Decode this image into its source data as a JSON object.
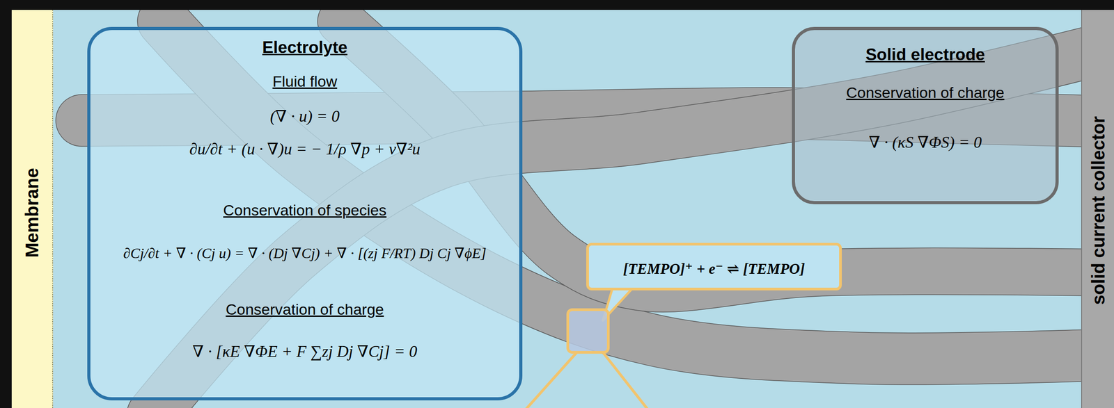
{
  "diagram": {
    "nodes": [
      {
        "text": [
          "Membrane"
        ]
      },
      {
        "text": [
          "Electrolyte",
          "Fluid flow",
          "(∇ · u) = 0",
          "∂u/∂t + (u · ∇)u = − 1/ρ ∇p + ν∇²u",
          "Conservation of species",
          "∂Cj/∂t + ∇ · (Cj u) = ∇ · (Dj ∇Cj) + ∇ · [(zj F/RT) Dj Cj ∇ϕE]",
          "Conservation of charge",
          "∇ · [κE ∇ΦE + F ∑zj Dj ∇Cj] = 0"
        ]
      },
      {
        "text": [
          "Solid electrode",
          "Conservation of charge",
          "∇ · (κS ∇ΦS) = 0"
        ]
      },
      {
        "text": [
          "[TEMPO]⁺ + e⁻ ⇌ [TEMPO]"
        ]
      },
      {
        "text": [
          "solid current collector"
        ]
      }
    ]
  }
}
